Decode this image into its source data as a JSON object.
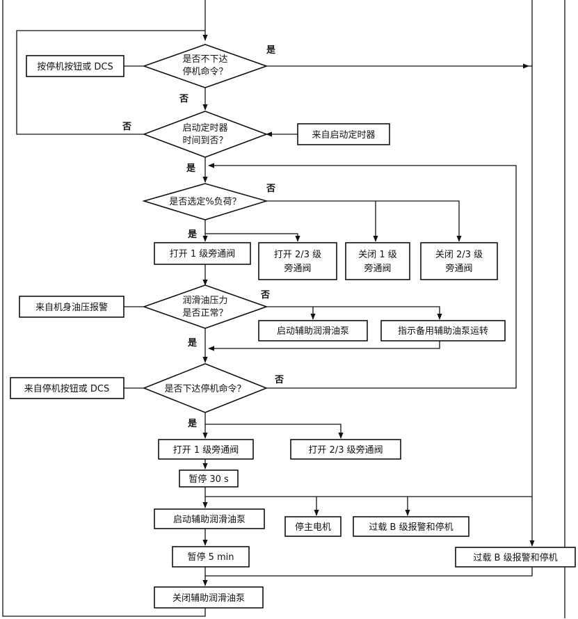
{
  "nodes": {
    "stop_button_dcs": "按停机按钮或 DCS",
    "decision_stop_cmd": [
      "是否不下达",
      "停机命令？"
    ],
    "decision_timer": [
      "启动定时器",
      "时间到否？"
    ],
    "from_start_timer": "来自启动定时器",
    "decision_load": "是否选定%负荷？",
    "open_stage1": "打开 1 级旁通阀",
    "open_stage23_a": [
      "打开 2/3 级",
      "旁通阀"
    ],
    "close_stage1": [
      "关闭 1 级",
      "旁通阀"
    ],
    "close_stage23": [
      "关闭 2/3 级",
      "旁通阀"
    ],
    "from_oil_alarm": "来自机身油压报警",
    "decision_oil": [
      "润滑油压力",
      "是否正常？"
    ],
    "start_aux_pump_a": "启动辅助润滑油泵",
    "indicate_backup_pump": "指示备用辅助油泵运转",
    "from_stop_button_dcs": "来自停机按钮或 DCS",
    "decision_stop_issued": "是否下达停机命令？",
    "open_stage1_b": "打开 1 级旁通阀",
    "open_stage23_b": "打开 2/3 级旁通阀",
    "pause_30s": "暂停 30 s",
    "start_aux_pump_b": "启动辅助润滑油泵",
    "stop_main_motor": "停主电机",
    "overload_b_1": "过载 B 级报警和停机",
    "pause_5min": "暂停 5 min",
    "overload_b_2": "过载 B 级报警和停机",
    "close_aux_pump": "关闭辅助润滑油泵"
  },
  "labels": {
    "yes": "是",
    "no": "否"
  }
}
